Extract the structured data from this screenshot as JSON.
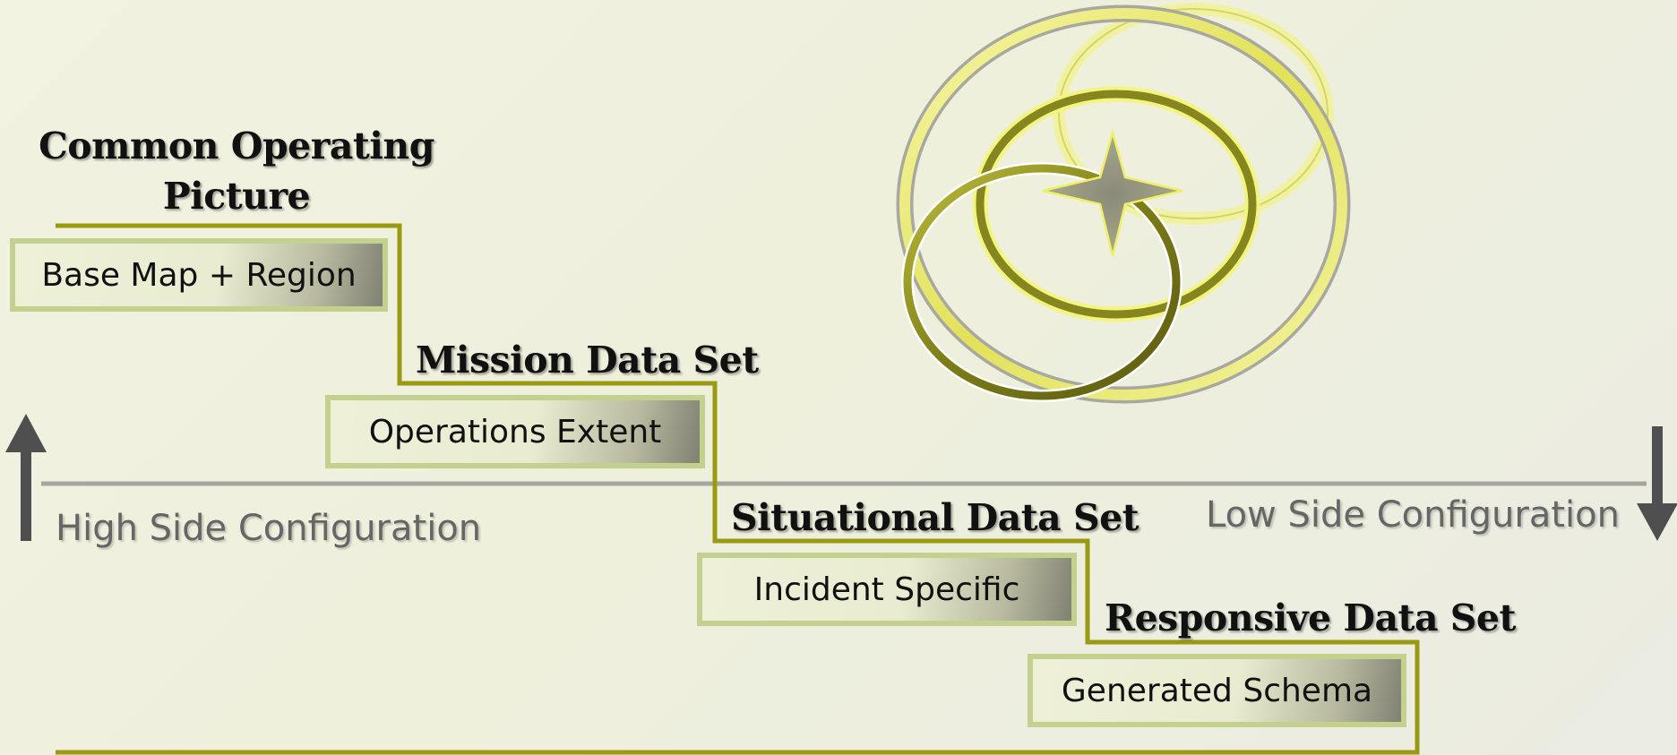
{
  "tiers": [
    {
      "heading": "Common Operating",
      "heading_line2": "Picture",
      "box": "Base Map + Region"
    },
    {
      "heading": "Mission Data Set",
      "box": "Operations Extent"
    },
    {
      "heading": "Situational Data Set",
      "box": "Incident Specific"
    },
    {
      "heading": "Responsive Data Set",
      "box": "Generated Schema"
    }
  ],
  "config": {
    "high": "High Side Configuration",
    "low": "Low Side Configuration"
  },
  "colors": {
    "step_line": "#9a9a12",
    "box_border": "#c4d08e",
    "divider": "#a6a6a0",
    "arrow": "#4f4f4f",
    "ring_gold": "#ecec70",
    "ring_olive": "#88881c"
  },
  "icons": {
    "logo": "interlocking-rings-star-logo",
    "up_arrow": "up-arrow-icon",
    "down_arrow": "down-arrow-icon"
  }
}
